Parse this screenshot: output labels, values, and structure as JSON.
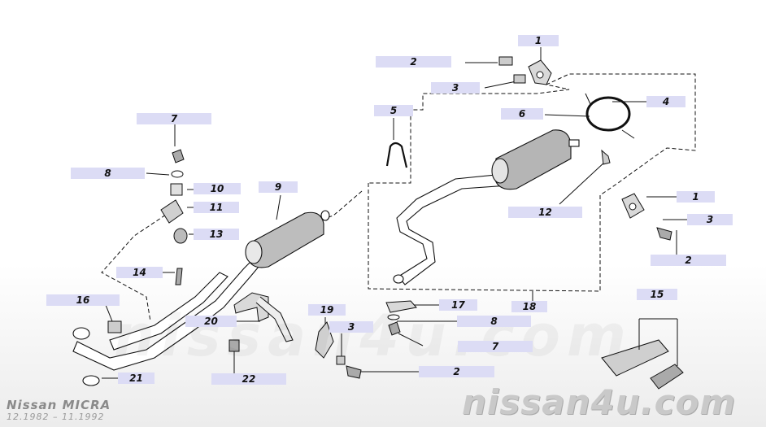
{
  "diagram": {
    "callouts": [
      {
        "id": "c1a",
        "label": "1"
      },
      {
        "id": "c2a",
        "label": "2"
      },
      {
        "id": "c3a",
        "label": "3"
      },
      {
        "id": "c4",
        "label": "4"
      },
      {
        "id": "c5",
        "label": "5"
      },
      {
        "id": "c6",
        "label": "6"
      },
      {
        "id": "c7a",
        "label": "7"
      },
      {
        "id": "c8a",
        "label": "8"
      },
      {
        "id": "c9",
        "label": "9"
      },
      {
        "id": "c10",
        "label": "10"
      },
      {
        "id": "c11",
        "label": "11"
      },
      {
        "id": "c12",
        "label": "12"
      },
      {
        "id": "c13",
        "label": "13"
      },
      {
        "id": "c14",
        "label": "14"
      },
      {
        "id": "c1b",
        "label": "1"
      },
      {
        "id": "c3b",
        "label": "3"
      },
      {
        "id": "c2b",
        "label": "2"
      },
      {
        "id": "c15",
        "label": "15"
      },
      {
        "id": "c16",
        "label": "16"
      },
      {
        "id": "c17",
        "label": "17"
      },
      {
        "id": "c18",
        "label": "18"
      },
      {
        "id": "c8b",
        "label": "8"
      },
      {
        "id": "c19",
        "label": "19"
      },
      {
        "id": "c3c",
        "label": "3"
      },
      {
        "id": "c20",
        "label": "20"
      },
      {
        "id": "c7b",
        "label": "7"
      },
      {
        "id": "c2c",
        "label": "2"
      },
      {
        "id": "c21",
        "label": "21"
      },
      {
        "id": "c22",
        "label": "22"
      }
    ]
  },
  "footer": {
    "model_name": "Nissan MICRA",
    "model_years": "12.1982 – 11.1992",
    "brand": "nissan4u.com",
    "watermark": "nissan4u.com"
  }
}
